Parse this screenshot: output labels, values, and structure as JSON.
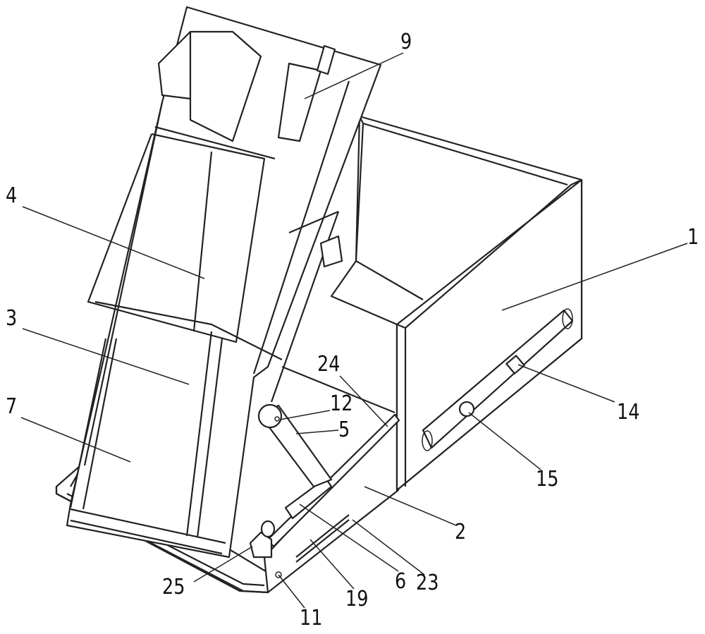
{
  "labels": {
    "l1": "1",
    "l2": "2",
    "l3": "3",
    "l4": "4",
    "l5": "5",
    "l6": "6",
    "l7": "7",
    "l9": "9",
    "l11": "11",
    "l12": "12",
    "l14": "14",
    "l15": "15",
    "l19": "19",
    "l23": "23",
    "l24": "24",
    "l25": "25"
  }
}
